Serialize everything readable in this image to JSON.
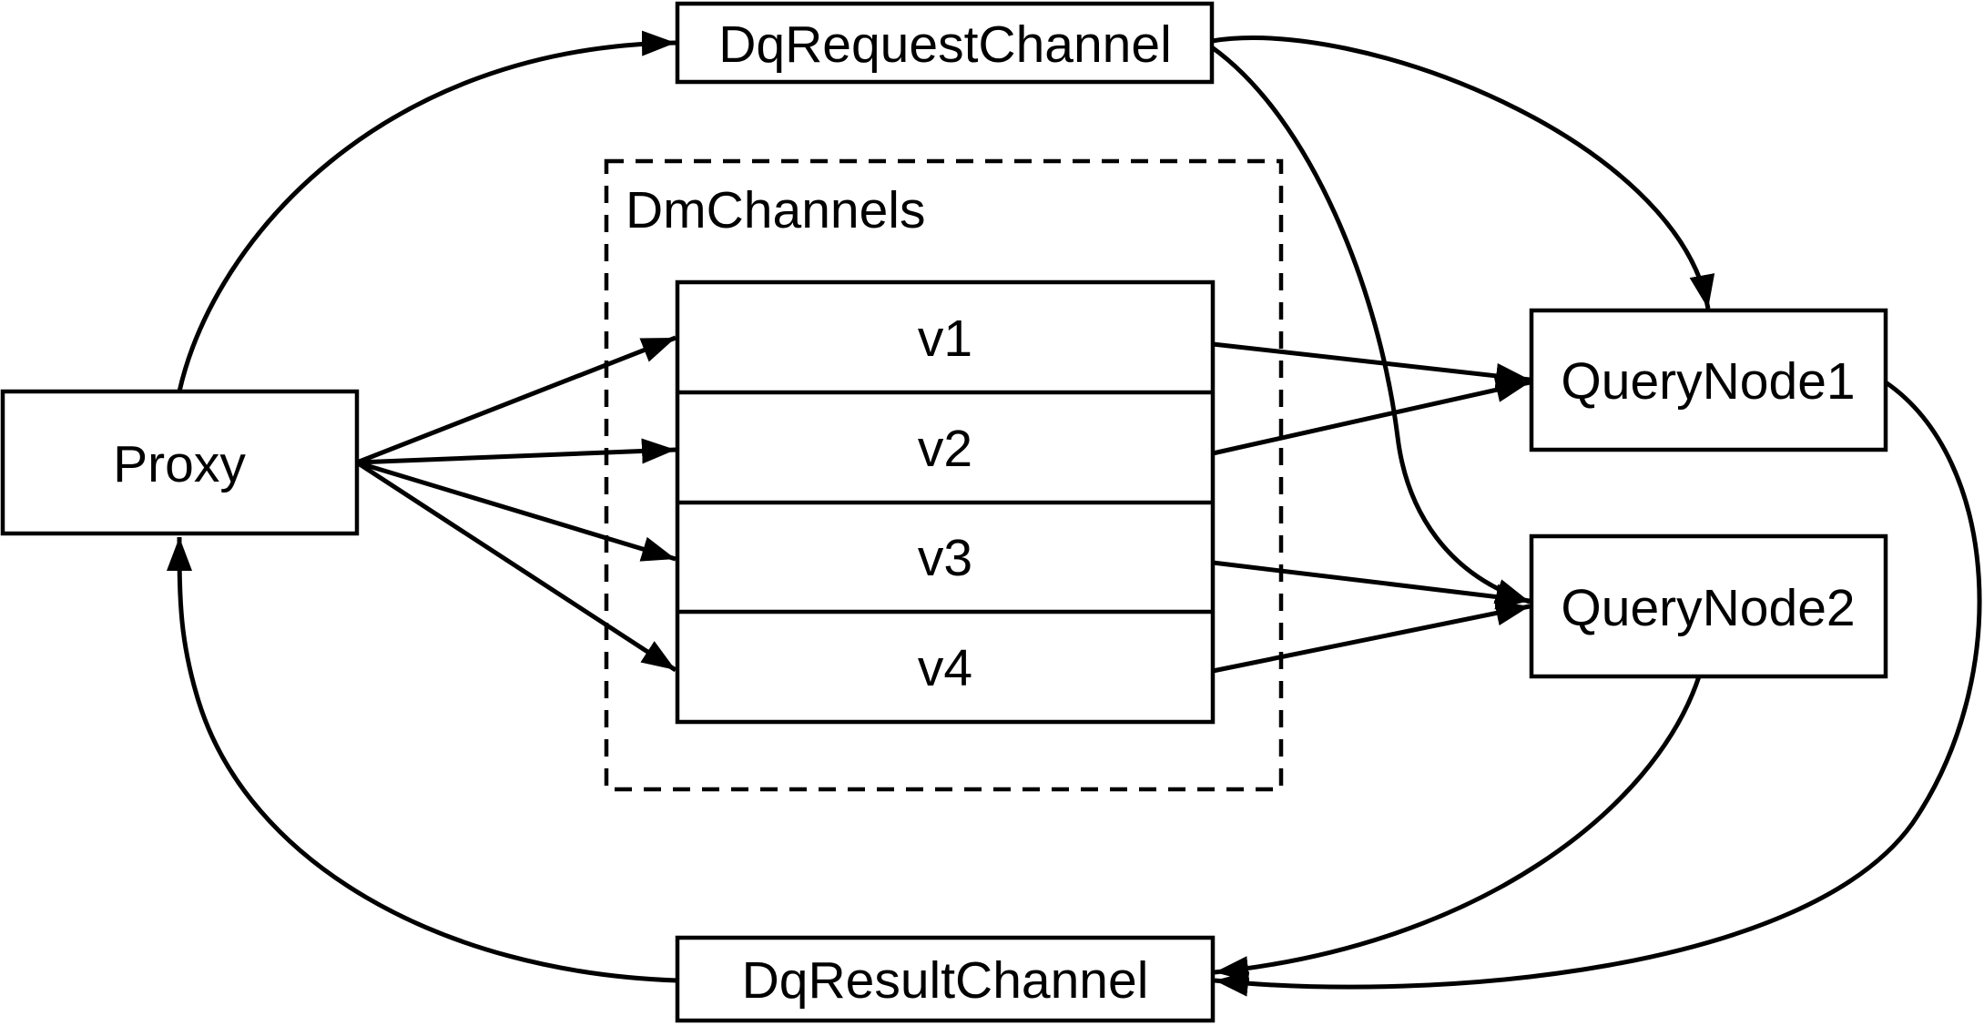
{
  "diagram": {
    "type": "flow-diagram",
    "colors": {
      "background": "#ffffff",
      "stroke": "#000000",
      "node_fill": "#ffffff",
      "text": "#000000"
    },
    "nodes": {
      "proxy": {
        "label": "Proxy"
      },
      "dq_request_channel": {
        "label": "DqRequestChannel"
      },
      "dm_channels_group": {
        "label": "DmChannels"
      },
      "channels": [
        {
          "label": "v1"
        },
        {
          "label": "v2"
        },
        {
          "label": "v3"
        },
        {
          "label": "v4"
        }
      ],
      "query_node_1": {
        "label": "QueryNode1"
      },
      "query_node_2": {
        "label": "QueryNode2"
      },
      "dq_result_channel": {
        "label": "DqResultChannel"
      }
    },
    "edges": [
      {
        "from": "Proxy",
        "to": "DqRequestChannel"
      },
      {
        "from": "DqRequestChannel",
        "to": "QueryNode1"
      },
      {
        "from": "DqRequestChannel",
        "to": "QueryNode2"
      },
      {
        "from": "Proxy",
        "to": "v1"
      },
      {
        "from": "Proxy",
        "to": "v2"
      },
      {
        "from": "Proxy",
        "to": "v3"
      },
      {
        "from": "Proxy",
        "to": "v4"
      },
      {
        "from": "v1",
        "to": "QueryNode1"
      },
      {
        "from": "v2",
        "to": "QueryNode1"
      },
      {
        "from": "v3",
        "to": "QueryNode2"
      },
      {
        "from": "v4",
        "to": "QueryNode2"
      },
      {
        "from": "QueryNode1",
        "to": "DqResultChannel"
      },
      {
        "from": "QueryNode2",
        "to": "DqResultChannel"
      },
      {
        "from": "DqResultChannel",
        "to": "Proxy"
      }
    ]
  }
}
